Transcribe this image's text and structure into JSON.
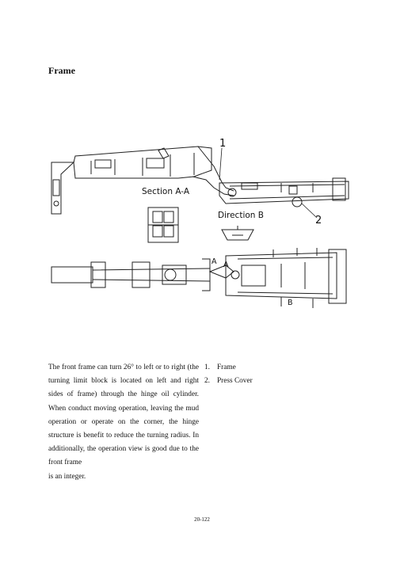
{
  "section": {
    "heading": "Frame"
  },
  "figure": {
    "callout_1": "1",
    "callout_2": "2",
    "section_label": "Section A-A",
    "direction_label": "Direction B",
    "mark_a1": "A",
    "mark_a2": "A",
    "mark_b": "B"
  },
  "body": {
    "paragraph": "The front frame can turn 26° to left or to right (the turning limit block is located on left and right sides of frame) through the hinge oil cylinder. When conduct moving operation, leaving the mud operation or operate on the corner, the hinge structure is benefit to reduce the turning radius. In additionally, the operation view is good due to the front frame",
    "paragraph_last": "is an integer."
  },
  "legend": [
    {
      "num": "1.",
      "label": "Frame"
    },
    {
      "num": "2.",
      "label": "Press Cover"
    }
  ],
  "footer": {
    "page_number": "20-122"
  }
}
